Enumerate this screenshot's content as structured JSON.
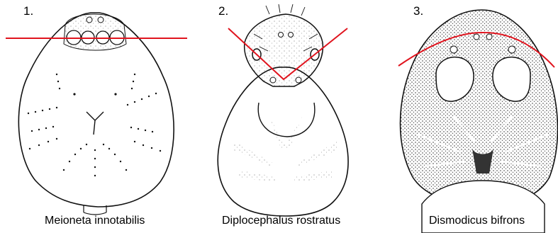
{
  "panels": [
    {
      "number": "1.",
      "caption": "Meioneta innotabilis"
    },
    {
      "number": "2.",
      "caption": "Diplocephalus rostratus"
    },
    {
      "number": "3.",
      "caption": "Dismodicus bifrons"
    }
  ],
  "colors": {
    "outline": "#111111",
    "marker_line": "#e0141e",
    "stipple": "#222222"
  }
}
